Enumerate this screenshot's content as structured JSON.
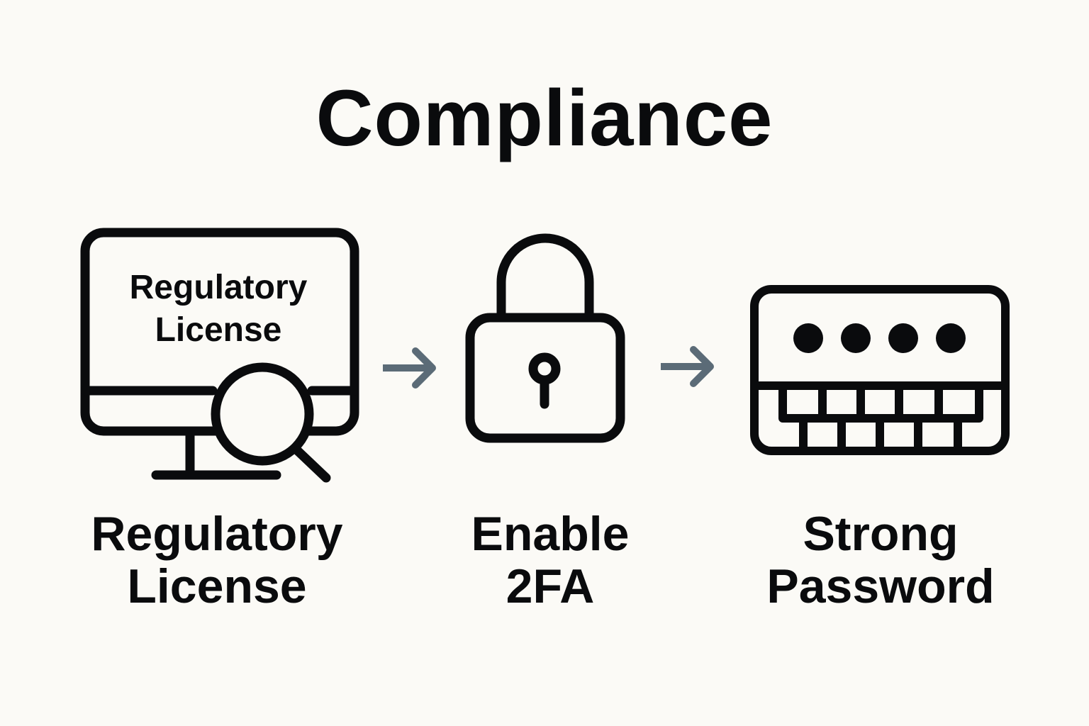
{
  "title": "Compliance",
  "colors": {
    "background": "#fbfaf6",
    "ink": "#0a0b0d",
    "arrow": "#5b6b77"
  },
  "steps": [
    {
      "icon": "monitor-magnifier-icon",
      "screen_text_line1": "Regulatory",
      "screen_text_line2": "License",
      "label_line1": "Regulatory",
      "label_line2": "License"
    },
    {
      "icon": "padlock-icon",
      "label_line1": "Enable",
      "label_line2": "2FA"
    },
    {
      "icon": "password-keyboard-icon",
      "masked_chars": 4,
      "label_line1": "Strong",
      "label_line2": "Password"
    }
  ],
  "connectors": [
    "arrow-right-icon",
    "arrow-right-icon"
  ]
}
